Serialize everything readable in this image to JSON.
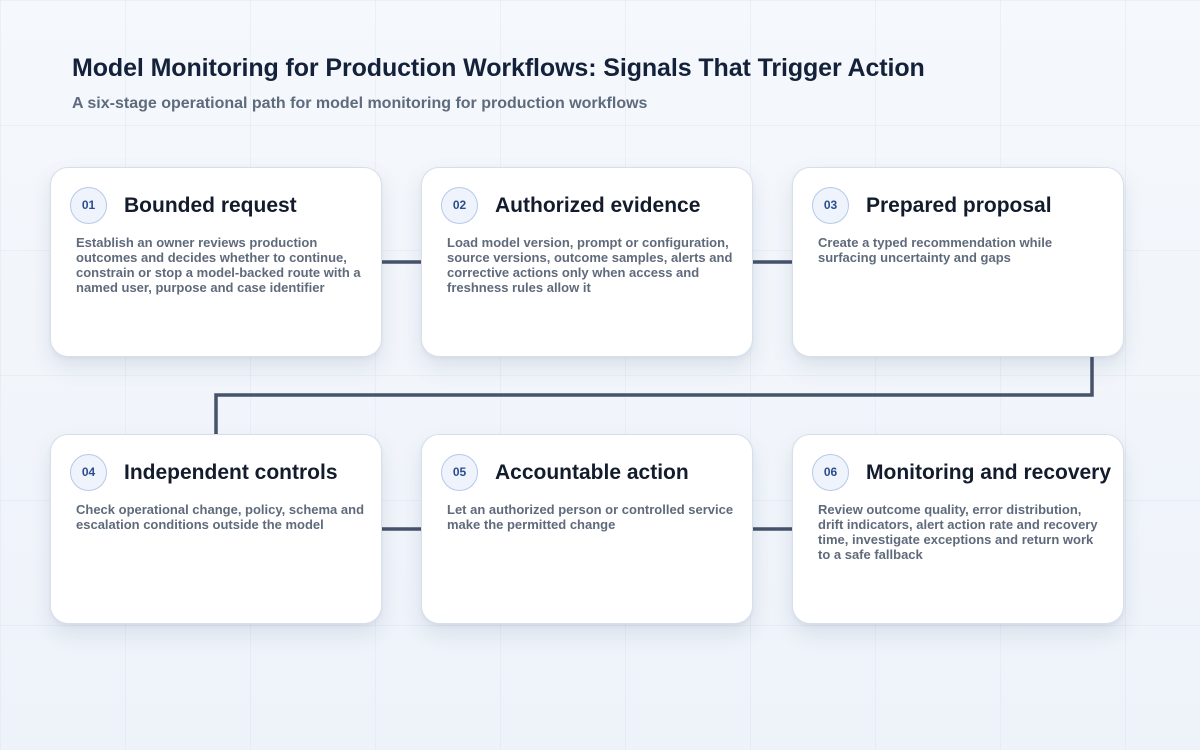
{
  "header": {
    "title": "Model Monitoring for Production Workflows: Signals That Trigger Action",
    "subtitle": "A six-stage operational path for model monitoring for production workflows"
  },
  "stages": [
    {
      "number": "01",
      "title": "Bounded request",
      "description": "Establish an owner reviews production outcomes and decides whether to continue, constrain or stop a model-backed route with a named user, purpose and case identifier"
    },
    {
      "number": "02",
      "title": "Authorized evidence",
      "description": "Load model version, prompt or configuration, source versions, outcome samples, alerts and corrective actions only when access and freshness rules allow it"
    },
    {
      "number": "03",
      "title": "Prepared proposal",
      "description": "Create a typed recommendation while surfacing uncertainty and gaps"
    },
    {
      "number": "04",
      "title": "Independent controls",
      "description": "Check operational change, policy, schema and escalation conditions outside the model"
    },
    {
      "number": "05",
      "title": "Accountable action",
      "description": "Let an authorized person or controlled service make the permitted change"
    },
    {
      "number": "06",
      "title": "Monitoring and recovery",
      "description": "Review outcome quality, error distribution, drift indicators, alert action rate and recovery time, investigate exceptions and return work to a safe fallback"
    }
  ],
  "colors": {
    "connector": "#46536a",
    "badge_text": "#2c4d8e",
    "title_text": "#131c2c",
    "description_text": "#5f6a7b"
  }
}
